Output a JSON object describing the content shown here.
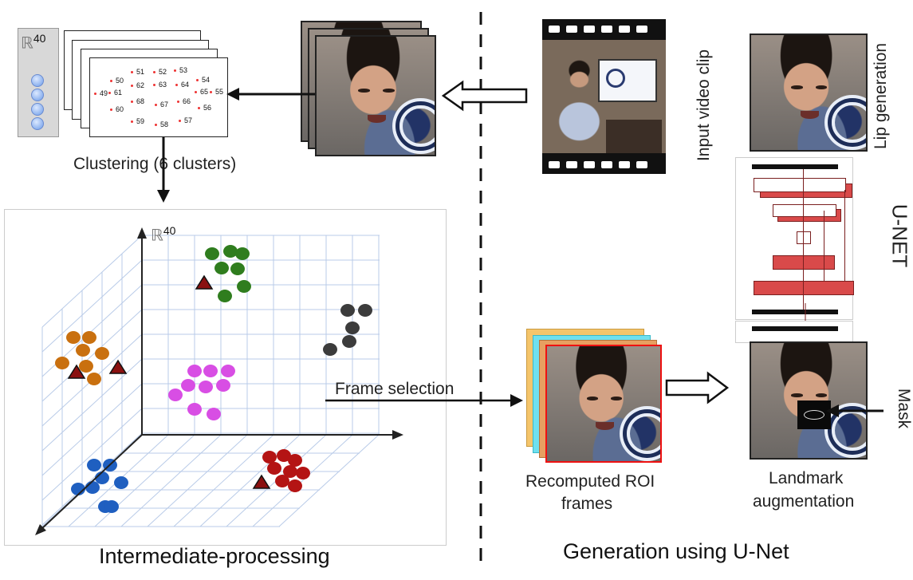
{
  "labels": {
    "clustering": "Clustering (6 clusters)",
    "frame_selection": "Frame selection",
    "recomputed_roi": [
      "Recomputed ROI",
      "frames"
    ],
    "landmark_aug": [
      "Landmark",
      "augmentation"
    ],
    "intermediate": "Intermediate-processing",
    "generation": "Generation using U-Net",
    "input_clip": "Input video clip",
    "lip_generation": "Lip generation",
    "unet": "U-NET",
    "mask": "Mask",
    "space_symbol": "ℝ",
    "space_exp": "40"
  },
  "landmark_ids": [
    "51",
    "52",
    "53",
    "50",
    "62",
    "63",
    "64",
    "54",
    "49",
    "61",
    "65",
    "55",
    "68",
    "67",
    "66",
    "60",
    "56",
    "59",
    "58",
    "57"
  ],
  "clusters": [
    {
      "name": "green",
      "color": "#2f7d1e"
    },
    {
      "name": "gray",
      "color": "#3c3c3c"
    },
    {
      "name": "orange",
      "color": "#c9700f"
    },
    {
      "name": "magenta",
      "color": "#d84ee4"
    },
    {
      "name": "blue",
      "color": "#1f5fc0"
    },
    {
      "name": "red",
      "color": "#b41414"
    }
  ],
  "icons": [
    "face-frame",
    "film-strip",
    "arrow",
    "selected-frame-triangle",
    "feature-vector"
  ]
}
